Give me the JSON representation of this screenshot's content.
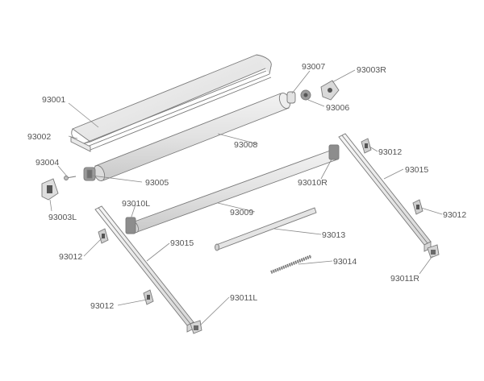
{
  "labels": {
    "p93001": "93001",
    "p93002": "93002",
    "p93004": "93004",
    "p93003L": "93003L",
    "p93005": "93005",
    "p93008": "93008",
    "p93007": "93007",
    "p93003R": "93003R",
    "p93006": "93006",
    "p93012_tr": "93012",
    "p93015_r": "93015",
    "p93010R": "93010R",
    "p93012_r": "93012",
    "p93010L": "93010L",
    "p93009": "93009",
    "p93013": "93013",
    "p93014": "93014",
    "p93011R": "93011R",
    "p93012_l": "93012",
    "p93015_l": "93015",
    "p93012_bl": "93012",
    "p93011L": "93011L"
  }
}
